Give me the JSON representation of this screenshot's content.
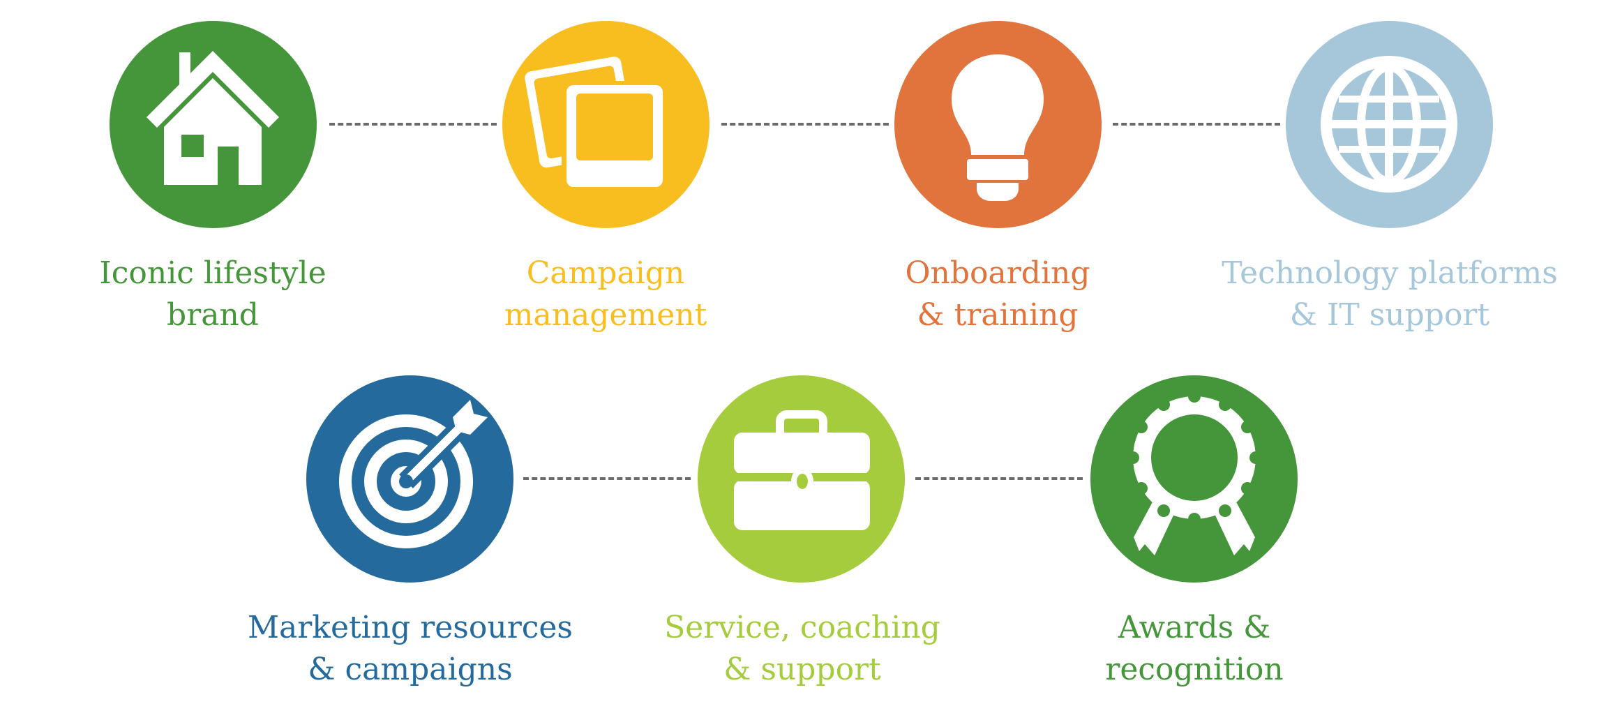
{
  "colors": {
    "green": "#45963a",
    "yellow": "#f8bd1f",
    "orange": "#e1733d",
    "light_blue": "#a6c6da",
    "blue": "#246a9c",
    "lime": "#a5cc3d",
    "connector": "#6b6b6b",
    "icon": "#ffffff"
  },
  "row1": [
    {
      "icon": "house-icon",
      "color": "#45963a",
      "label_line1": "Iconic lifestyle",
      "label_line2": "brand"
    },
    {
      "icon": "photos-icon",
      "color": "#f8bd1f",
      "label_line1": "Campaign",
      "label_line2": "management"
    },
    {
      "icon": "lightbulb-icon",
      "color": "#e1733d",
      "label_line1": "Onboarding",
      "label_line2": "& training"
    },
    {
      "icon": "globe-icon",
      "color": "#a6c6da",
      "label_line1": "Technology platforms",
      "label_line2": "& IT support"
    }
  ],
  "row2": [
    {
      "icon": "target-icon",
      "color": "#246a9c",
      "label_line1": "Marketing resources",
      "label_line2": "& campaigns"
    },
    {
      "icon": "briefcase-icon",
      "color": "#a5cc3d",
      "label_line1": "Service, coaching",
      "label_line2": "& support"
    },
    {
      "icon": "award-ribbon-icon",
      "color": "#45963a",
      "label_line1": "Awards &",
      "label_line2": "recognition"
    }
  ]
}
